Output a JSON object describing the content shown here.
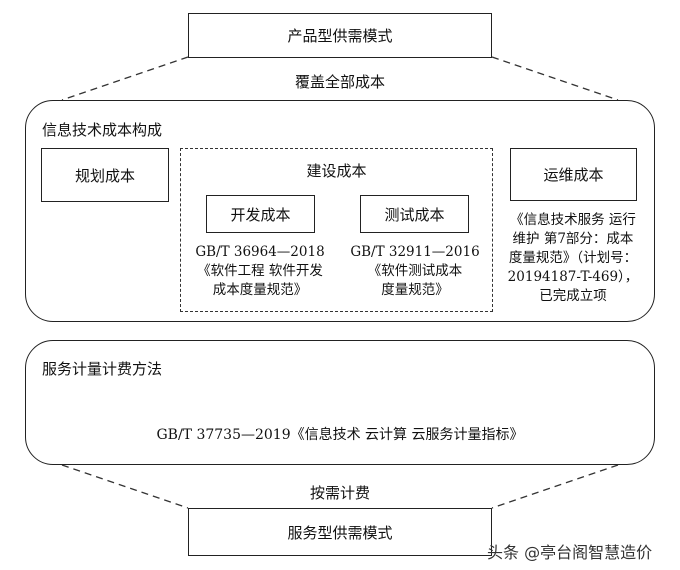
{
  "top_box": "产品型供需模式",
  "coverage_label": "覆盖全部成本",
  "it_cost": {
    "title": "信息技术成本构成",
    "planning": "规划成本",
    "construction": {
      "title": "建设成本",
      "dev": {
        "label": "开发成本",
        "standard": [
          "GB/T 36964—2018",
          "《软件工程 软件开发",
          "成本度量规范》"
        ]
      },
      "test": {
        "label": "测试成本",
        "standard": [
          "GB/T 32911—2016",
          "《软件测试成本",
          "度量规范》"
        ]
      }
    },
    "ops": {
      "label": "运维成本",
      "standard": [
        "《信息技术服务 运行",
        "维护 第7部分：成本",
        "度量规范》（计划号：",
        "20194187-T-469），",
        "已完成立项"
      ]
    }
  },
  "service_metering": {
    "title": "服务计量计费方法",
    "standard": "GB/T 37735—2019《信息技术 云计算 云服务计量指标》"
  },
  "billing_label": "按需计费",
  "bottom_box": "服务型供需模式",
  "watermark": "头条 @亭台阁智慧造价"
}
